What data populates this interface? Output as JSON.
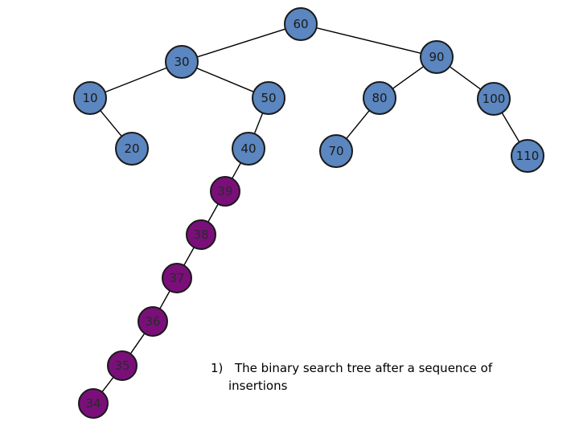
{
  "colors": {
    "original_node": "#5b86bf",
    "inserted_node": "#7a0f7a",
    "original_text": "#1a1a1a",
    "inserted_text": "#2a2a2a",
    "edge": "#000000"
  },
  "tree": {
    "nodes": [
      {
        "id": "n60",
        "label": "60",
        "kind": "original"
      },
      {
        "id": "n30",
        "label": "30",
        "kind": "original"
      },
      {
        "id": "n90",
        "label": "90",
        "kind": "original"
      },
      {
        "id": "n10",
        "label": "10",
        "kind": "original"
      },
      {
        "id": "n50",
        "label": "50",
        "kind": "original"
      },
      {
        "id": "n80",
        "label": "80",
        "kind": "original"
      },
      {
        "id": "n100",
        "label": "100",
        "kind": "original"
      },
      {
        "id": "n20",
        "label": "20",
        "kind": "original"
      },
      {
        "id": "n40",
        "label": "40",
        "kind": "original"
      },
      {
        "id": "n70",
        "label": "70",
        "kind": "original"
      },
      {
        "id": "n110",
        "label": "110",
        "kind": "original"
      },
      {
        "id": "n39",
        "label": "39",
        "kind": "inserted"
      },
      {
        "id": "n38",
        "label": "38",
        "kind": "inserted"
      },
      {
        "id": "n37",
        "label": "37",
        "kind": "inserted"
      },
      {
        "id": "n36",
        "label": "36",
        "kind": "inserted"
      },
      {
        "id": "n35",
        "label": "35",
        "kind": "inserted"
      },
      {
        "id": "n34",
        "label": "34",
        "kind": "inserted"
      }
    ],
    "edges": [
      [
        "n60",
        "n30"
      ],
      [
        "n60",
        "n90"
      ],
      [
        "n30",
        "n10"
      ],
      [
        "n30",
        "n50"
      ],
      [
        "n90",
        "n80"
      ],
      [
        "n90",
        "n100"
      ],
      [
        "n10",
        "n20"
      ],
      [
        "n50",
        "n40"
      ],
      [
        "n80",
        "n70"
      ],
      [
        "n100",
        "n110"
      ],
      [
        "n40",
        "n39"
      ],
      [
        "n39",
        "n38"
      ],
      [
        "n38",
        "n37"
      ],
      [
        "n37",
        "n36"
      ],
      [
        "n36",
        "n35"
      ],
      [
        "n35",
        "n34"
      ]
    ]
  },
  "caption": {
    "number": "1)",
    "line1": "The binary search tree after a sequence of",
    "line2": "insertions"
  }
}
